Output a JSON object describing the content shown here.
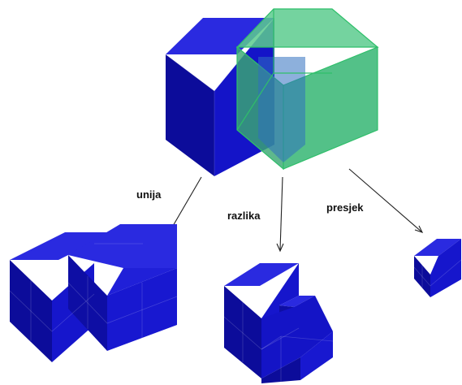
{
  "labels": {
    "union": "unija",
    "difference": "razlika",
    "intersection": "presjek"
  },
  "colors": {
    "blue_front": "#1111cc",
    "blue_side": "#0a0a8a",
    "blue_top": "#2a2ae0",
    "green_fill": "#3bb878",
    "green_edge": "#2fbf6a",
    "arrow": "#222222"
  }
}
